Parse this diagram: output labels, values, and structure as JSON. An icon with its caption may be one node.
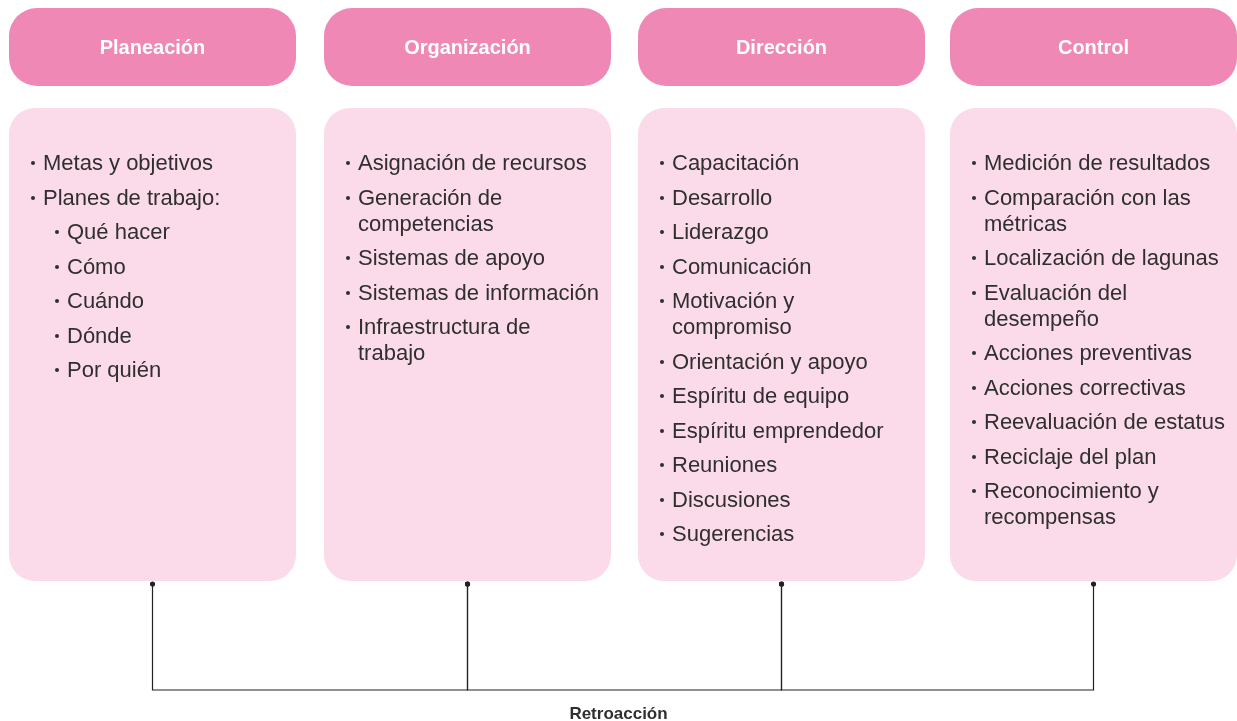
{
  "diagram": {
    "nodes": [
      {
        "text": [
          "Planeación"
        ]
      },
      {
        "text": [
          "Organización"
        ]
      },
      {
        "text": [
          "Dirección"
        ]
      },
      {
        "text": [
          "Control"
        ]
      },
      {
        "text": [
          "Metas y objetivos",
          "Planes de trabajo:",
          "Qué hacer",
          "Cómo",
          "Cuándo",
          "Dónde",
          "Por quién"
        ]
      },
      {
        "text": [
          "Asignación de recursos",
          "Generación de competencias",
          "Sistemas de apoyo",
          "Sistemas de información",
          "Infraestructura de trabajo"
        ]
      },
      {
        "text": [
          "Capacitación",
          "Desarrollo",
          "Liderazgo",
          "Comunicación",
          "Motivación y compromiso",
          "Orientación y apoyo",
          "Espíritu de equipo",
          "Espíritu emprendedor",
          "Reuniones",
          "Discusiones",
          "Sugerencias"
        ]
      },
      {
        "text": [
          "Medición de resultados",
          "Comparación con las métricas",
          "Localización de lagunas",
          "Evaluación del desempeño",
          "Acciones preventivas",
          "Acciones correctivas",
          "Reevaluación de estatus",
          "Reciclaje del plan",
          "Reconocimiento y recompensas"
        ]
      }
    ],
    "edges": [
      {
        "from": 4,
        "to": 5,
        "arrow": "other"
      },
      {
        "from": 5,
        "to": 6,
        "arrow": "other"
      },
      {
        "from": 6,
        "to": 7,
        "arrow": "other"
      }
    ],
    "labels": [
      "Retroacción"
    ]
  }
}
